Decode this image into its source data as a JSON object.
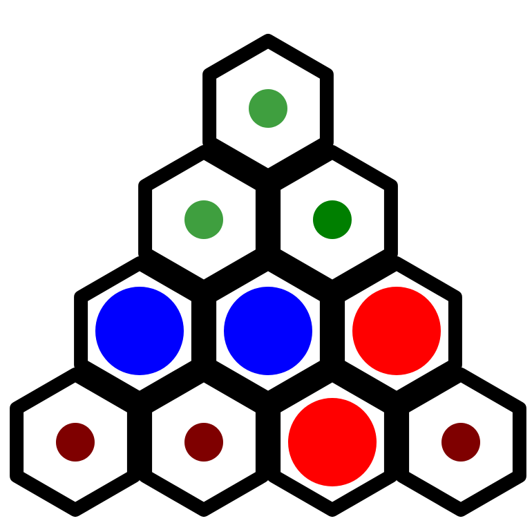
{
  "board": {
    "rows": [
      [
        {
          "piece": "small",
          "color": "#3f9f3f"
        }
      ],
      [
        {
          "piece": "small",
          "color": "#3f9f3f"
        },
        {
          "piece": "small",
          "color": "#007f00"
        }
      ],
      [
        {
          "piece": "large",
          "color": "#0000ff"
        },
        {
          "piece": "large",
          "color": "#0000ff"
        },
        {
          "piece": "large",
          "color": "#ff0000"
        }
      ],
      [
        {
          "piece": "small",
          "color": "#7f0000"
        },
        {
          "piece": "small",
          "color": "#7f0000"
        },
        {
          "piece": "large",
          "color": "#ff0000"
        },
        {
          "piece": "small",
          "color": "#7f0000"
        }
      ]
    ]
  }
}
